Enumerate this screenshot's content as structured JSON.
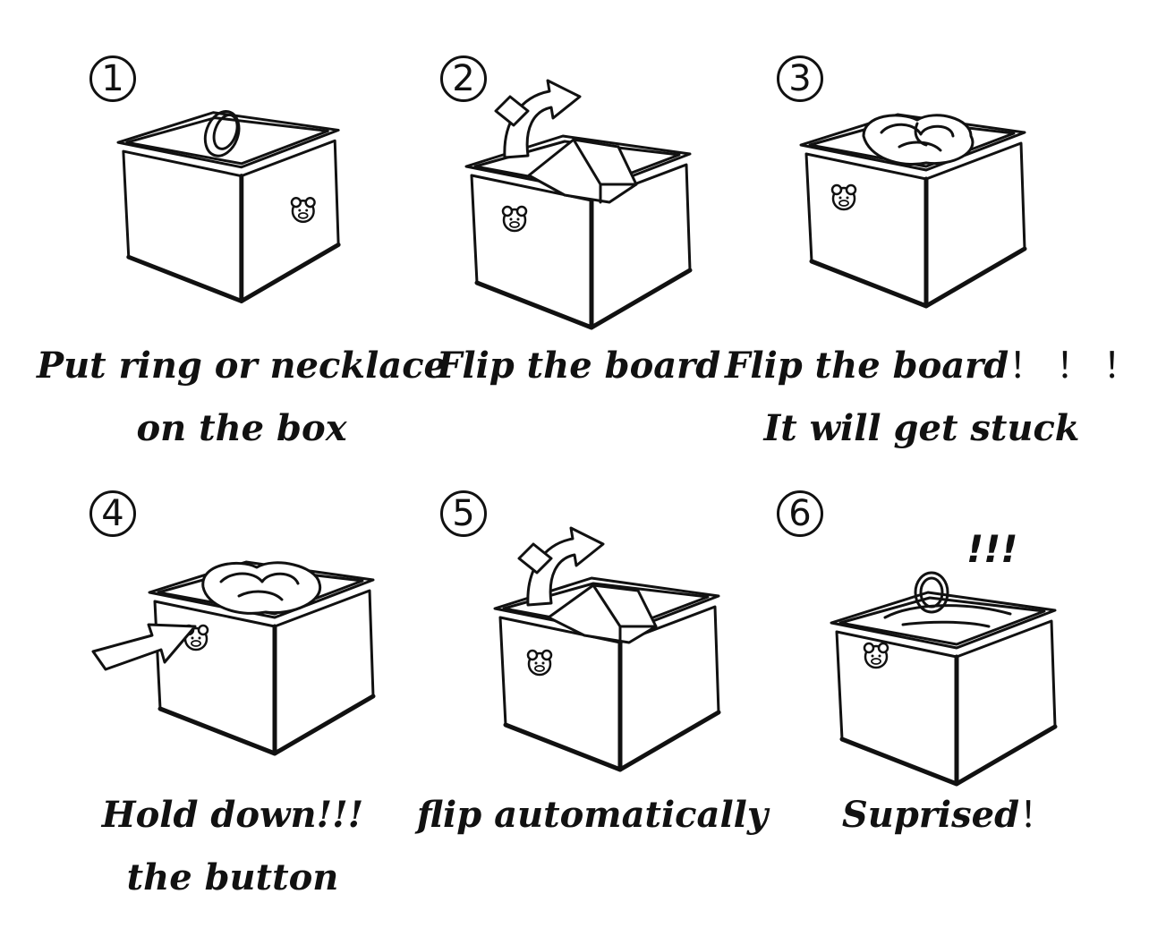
{
  "steps": [
    {
      "number": "1",
      "lines": [
        "Put ring or necklace",
        "on the box"
      ]
    },
    {
      "number": "2",
      "lines": [
        "Flip the board"
      ]
    },
    {
      "number": "3",
      "lines": [
        "Flip the board",
        "It will get stuck"
      ],
      "suffix": "！ ！ ！"
    },
    {
      "number": "4",
      "lines": [
        "Hold down!!!",
        "the button"
      ]
    },
    {
      "number": "5",
      "lines": [
        "flip automatically"
      ]
    },
    {
      "number": "6",
      "lines": [
        "Suprised"
      ],
      "suffix": "！"
    }
  ],
  "annotations": {
    "exclaim": "!!!"
  }
}
